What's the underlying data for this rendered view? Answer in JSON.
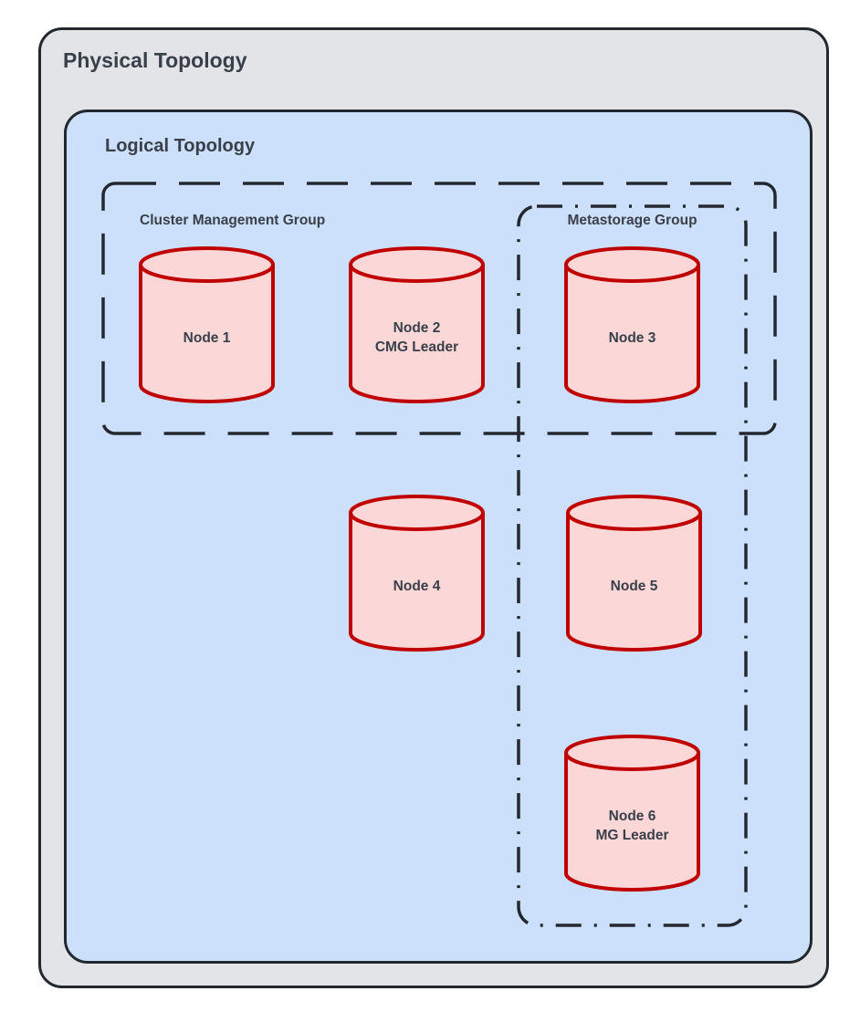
{
  "diagram": {
    "physical": {
      "title": "Physical Topology"
    },
    "logical": {
      "title": "Logical Topology"
    },
    "groups": {
      "cmg": {
        "label": "Cluster Management Group",
        "border_style": "dashed"
      },
      "metastorage": {
        "label": "Metastorage Group",
        "border_style": "dash-dot"
      }
    },
    "nodes": [
      {
        "id": "node-1",
        "label": "Node 1",
        "sublabel": "",
        "group": "cmg"
      },
      {
        "id": "node-2",
        "label": "Node 2",
        "sublabel": "CMG Leader",
        "group": "cmg"
      },
      {
        "id": "node-3",
        "label": "Node 3",
        "sublabel": "",
        "group": "cmg+metastorage"
      },
      {
        "id": "node-4",
        "label": "Node 4",
        "sublabel": "",
        "group": "logical"
      },
      {
        "id": "node-5",
        "label": "Node 5",
        "sublabel": "",
        "group": "metastorage"
      },
      {
        "id": "node-6",
        "label": "Node 6",
        "sublabel": "MG Leader",
        "group": "metastorage"
      }
    ],
    "colors": {
      "outer_fill": "#e2e4e8",
      "inner_fill": "#cce0fb",
      "border": "#23282f",
      "node_fill": "#fcd7d7",
      "node_stroke": "#c00000",
      "text": "#394049"
    }
  }
}
